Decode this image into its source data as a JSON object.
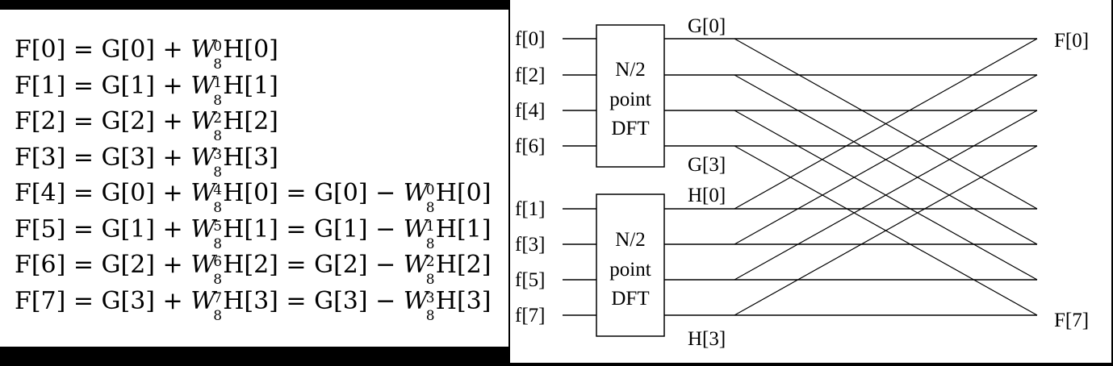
{
  "equations": [
    {
      "lhs": "F[0]",
      "rhs1": "G[0]",
      "op": "+",
      "w_exp": "0",
      "w_base": "8",
      "h": "H[0]",
      "alt": null
    },
    {
      "lhs": "F[1]",
      "rhs1": "G[1]",
      "op": "+",
      "w_exp": "1",
      "w_base": "8",
      "h": "H[1]",
      "alt": null
    },
    {
      "lhs": "F[2]",
      "rhs1": "G[2]",
      "op": "+",
      "w_exp": "2",
      "w_base": "8",
      "h": "H[2]",
      "alt": null
    },
    {
      "lhs": "F[3]",
      "rhs1": "G[3]",
      "op": "+",
      "w_exp": "3",
      "w_base": "8",
      "h": "H[3]",
      "alt": null
    },
    {
      "lhs": "F[4]",
      "rhs1": "G[0]",
      "op": "+",
      "w_exp": "4",
      "w_base": "8",
      "h": "H[0]",
      "alt": {
        "g": "G[0]",
        "op": "−",
        "w_exp": "0",
        "w_base": "8",
        "h": "H[0]"
      }
    },
    {
      "lhs": "F[5]",
      "rhs1": "G[1]",
      "op": "+",
      "w_exp": "5",
      "w_base": "8",
      "h": "H[1]",
      "alt": {
        "g": "G[1]",
        "op": "−",
        "w_exp": "1",
        "w_base": "8",
        "h": "H[1]"
      }
    },
    {
      "lhs": "F[6]",
      "rhs1": "G[2]",
      "op": "+",
      "w_exp": "6",
      "w_base": "8",
      "h": "H[2]",
      "alt": {
        "g": "G[2]",
        "op": "−",
        "w_exp": "2",
        "w_base": "8",
        "h": "H[2]"
      }
    },
    {
      "lhs": "F[7]",
      "rhs1": "G[3]",
      "op": "+",
      "w_exp": "7",
      "w_base": "8",
      "h": "H[3]",
      "alt": {
        "g": "G[3]",
        "op": "−",
        "w_exp": "3",
        "w_base": "8",
        "h": "H[3]"
      }
    }
  ],
  "diagram": {
    "inputs_top": [
      "f[0]",
      "f[2]",
      "f[4]",
      "f[6]"
    ],
    "inputs_bottom": [
      "f[1]",
      "f[3]",
      "f[5]",
      "f[7]"
    ],
    "box_top": [
      "N/2",
      "point",
      "DFT"
    ],
    "box_bottom": [
      "N/2",
      "point",
      "DFT"
    ],
    "g_first": "G[0]",
    "g_last": "G[3]",
    "h_first": "H[0]",
    "h_last": "H[3]",
    "out_first": "F[0]",
    "out_last": "F[7]",
    "w_symbol": "W"
  }
}
